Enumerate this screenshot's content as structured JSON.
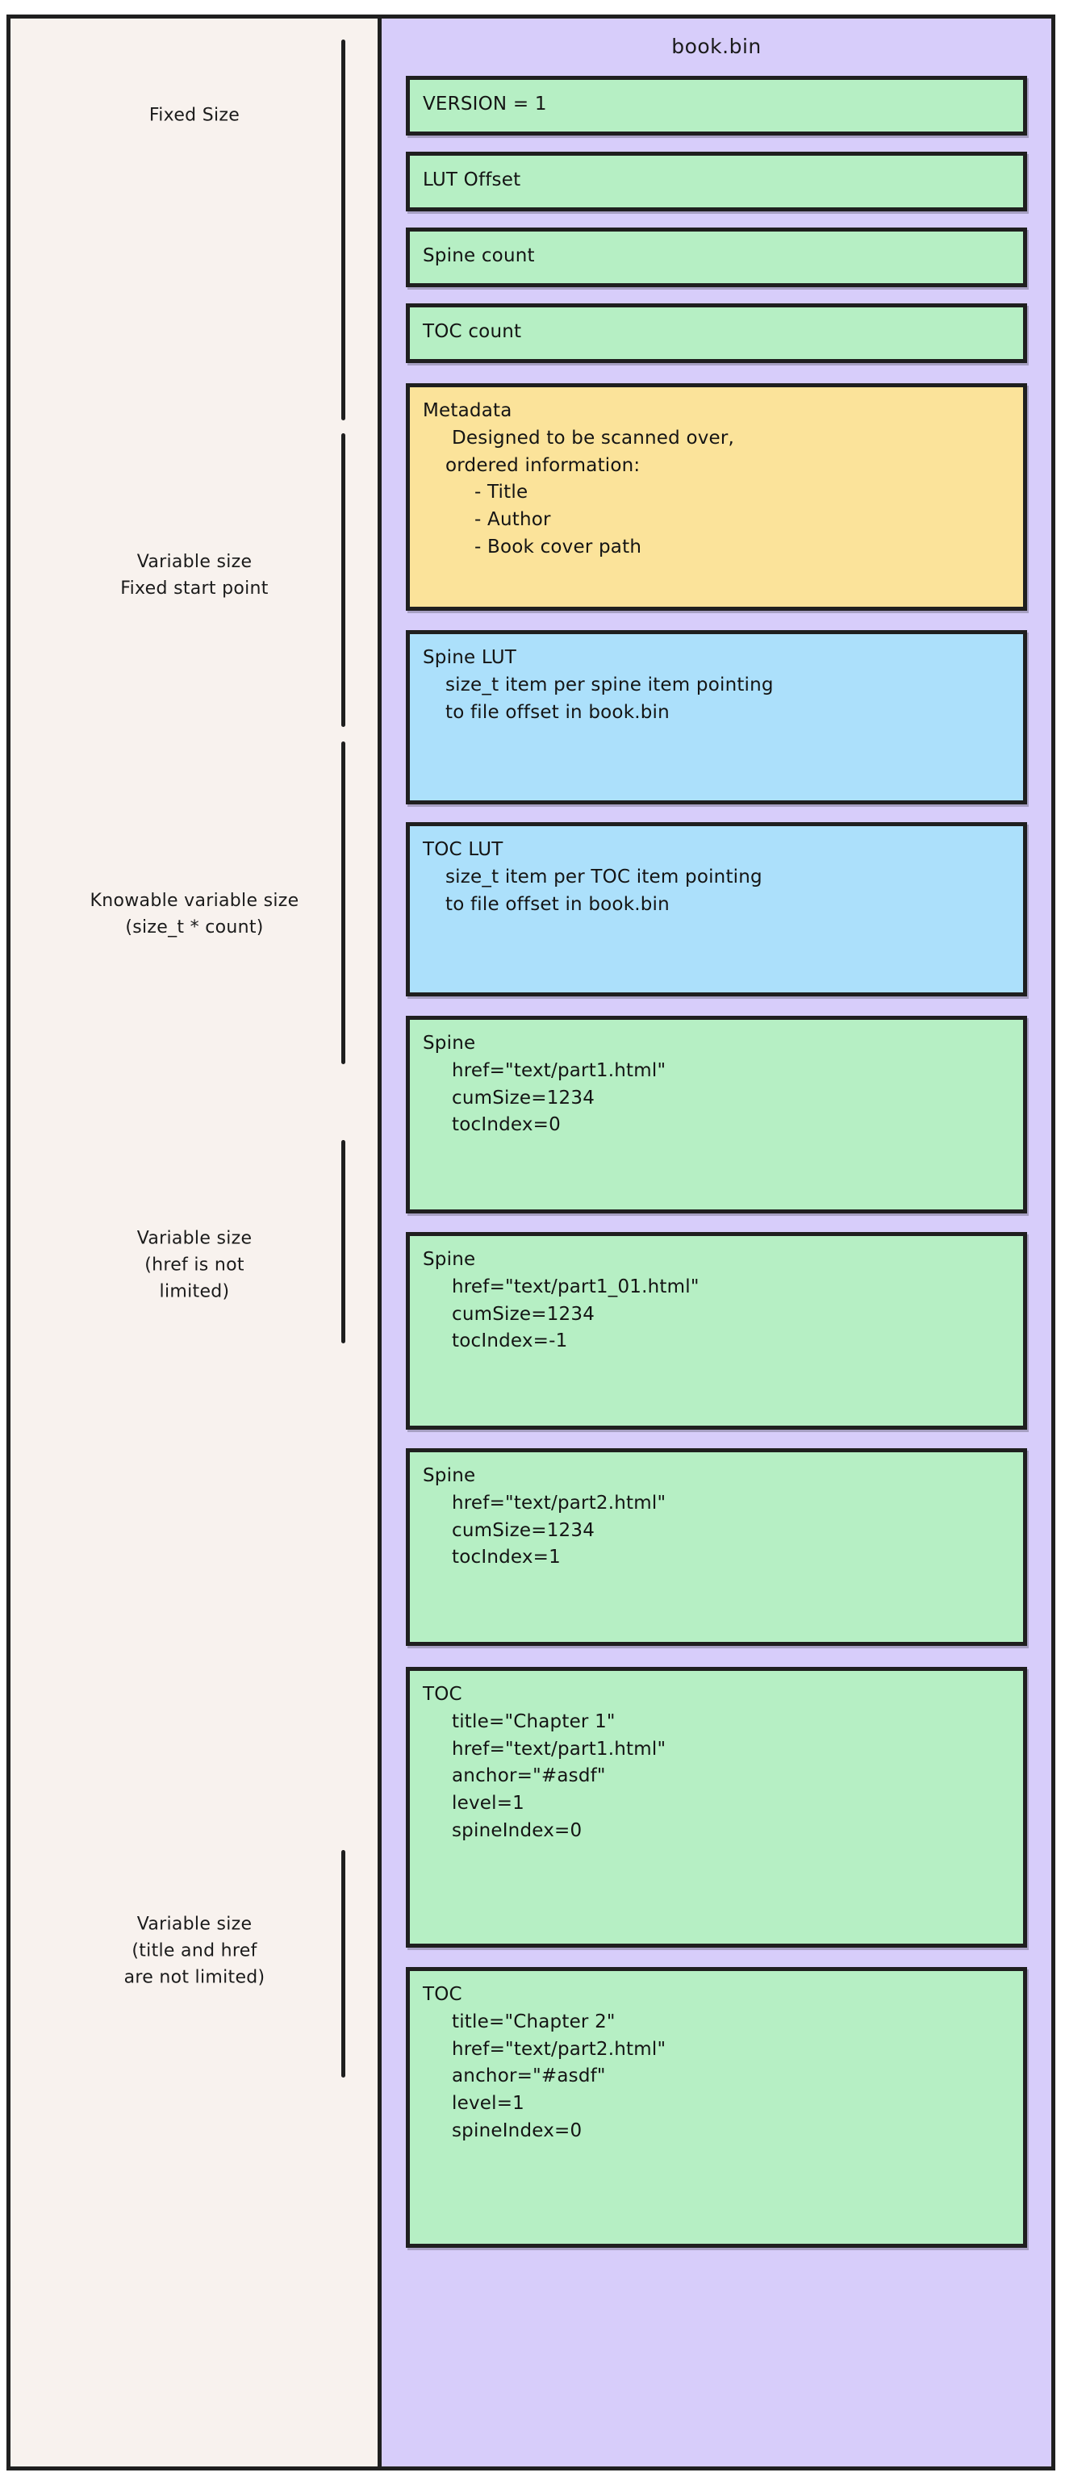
{
  "file": {
    "title": "book.bin"
  },
  "annotations": [
    {
      "id": "fixed-size",
      "text": "Fixed Size",
      "lines": [
        "Fixed Size"
      ]
    },
    {
      "id": "variable-fixed-start",
      "text": "Variable size Fixed start point",
      "lines": [
        "Variable size",
        "Fixed start point"
      ]
    },
    {
      "id": "knowable-variable-size",
      "text": "Knowable variable size (size_t * count)",
      "lines": [
        "Knowable variable size",
        "(size_t * count)"
      ]
    },
    {
      "id": "variable-href",
      "text": "Variable size (href is not limited)",
      "lines": [
        "Variable size",
        "(href is not",
        "limited)"
      ]
    },
    {
      "id": "variable-title-href",
      "text": "Variable size (title and href are not limited)",
      "lines": [
        "Variable size",
        "(title and href",
        "are not limited)"
      ]
    }
  ],
  "blocks": [
    {
      "id": "version",
      "color": "green",
      "lines": [
        "VERSION = 1"
      ]
    },
    {
      "id": "lut-offset",
      "color": "green",
      "lines": [
        "LUT Offset"
      ]
    },
    {
      "id": "spine-count",
      "color": "green",
      "lines": [
        "Spine count"
      ]
    },
    {
      "id": "toc-count",
      "color": "green",
      "lines": [
        "TOC count"
      ]
    },
    {
      "id": "metadata",
      "color": "yellow",
      "lines": [
        "Metadata",
        "Designed to be scanned over,",
        "ordered information:",
        "- Title",
        "- Author",
        "- Book cover path"
      ]
    },
    {
      "id": "spine-lut",
      "color": "blue",
      "lines": [
        "Spine LUT",
        "size_t item per spine item pointing",
        "to file offset in book.bin"
      ]
    },
    {
      "id": "toc-lut",
      "color": "blue",
      "lines": [
        "TOC LUT",
        "size_t item per TOC item pointing",
        "to file offset in book.bin"
      ]
    },
    {
      "id": "spine-1",
      "color": "green",
      "lines": [
        "Spine",
        "href=\"text/part1.html\"",
        "cumSize=1234",
        "tocIndex=0"
      ]
    },
    {
      "id": "spine-2",
      "color": "green",
      "lines": [
        "Spine",
        "href=\"text/part1_01.html\"",
        "cumSize=1234",
        "tocIndex=-1"
      ]
    },
    {
      "id": "spine-3",
      "color": "green",
      "lines": [
        "Spine",
        "href=\"text/part2.html\"",
        "cumSize=1234",
        "tocIndex=1"
      ]
    },
    {
      "id": "toc-1",
      "color": "green",
      "lines": [
        "TOC",
        "title=\"Chapter 1\"",
        "href=\"text/part1.html\"",
        "anchor=\"#asdf\"",
        "level=1",
        "spineIndex=0"
      ]
    },
    {
      "id": "toc-2",
      "color": "green",
      "lines": [
        "TOC",
        "title=\"Chapter 2\"",
        "href=\"text/part2.html\"",
        "anchor=\"#asdf\"",
        "level=1",
        "spineIndex=0"
      ]
    }
  ],
  "colors": {
    "canvas": "#ffffff",
    "left_panel_bg": "#f8f2ee",
    "file_panel_bg": "#d7cdfa",
    "green": "#b6efc4",
    "yellow": "#fbe39a",
    "blue": "#ace0fb",
    "stroke": "#1f1f1f"
  }
}
